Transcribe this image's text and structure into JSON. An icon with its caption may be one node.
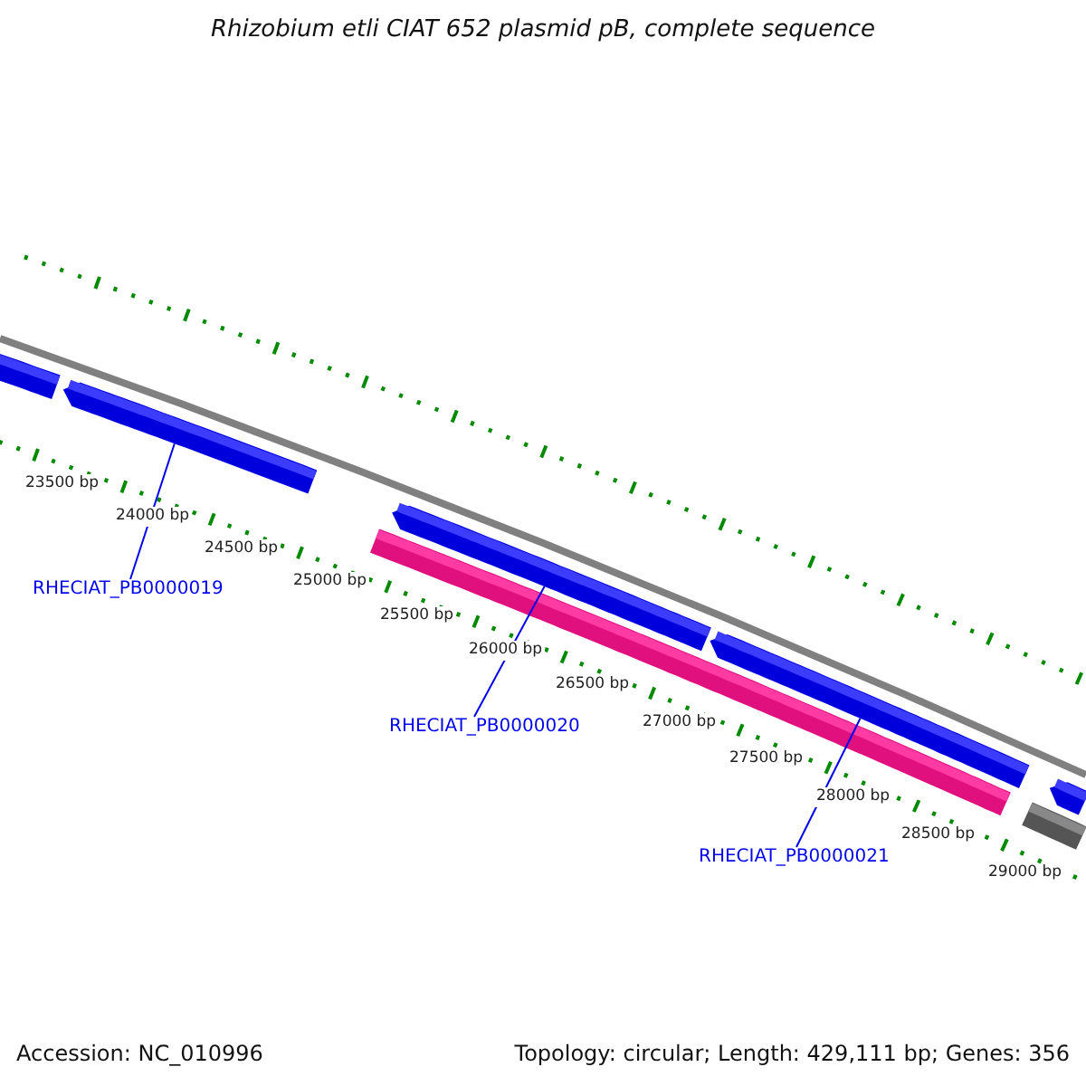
{
  "diagram": {
    "title": "Rhizobium etli CIAT 652 plasmid pB, complete sequence",
    "nodes": [
      {
        "text": [
          "RHECIAT_PB0000019"
        ]
      },
      {
        "text": [
          "RHECIAT_PB0000020"
        ]
      },
      {
        "text": [
          "RHECIAT_PB0000021"
        ]
      },
      {
        "text": [],
        "shape": "bar"
      },
      {
        "text": [],
        "shape": "bar"
      },
      {
        "text": [],
        "shape": "bar"
      },
      {
        "text": [],
        "shape": "bar"
      },
      {
        "text": [],
        "shape": "bar"
      },
      {
        "text": [],
        "shape": "bar"
      },
      {
        "text": [],
        "shape": "bar"
      }
    ],
    "edges": [
      {
        "from": 0,
        "to": 4,
        "arrow": "none"
      },
      {
        "from": 1,
        "to": 5,
        "arrow": "none"
      },
      {
        "from": 2,
        "to": 6,
        "arrow": "none"
      }
    ],
    "labels": [
      "23500 bp",
      "24000 bp",
      "24500 bp",
      "25000 bp",
      "25500 bp",
      "26000 bp",
      "26500 bp",
      "27000 bp",
      "27500 bp",
      "28000 bp",
      "28500 bp",
      "29000 bp",
      "Accession: NC_010996",
      "Topology: circular; Length: 429,111 bp; Genes: 356"
    ]
  }
}
